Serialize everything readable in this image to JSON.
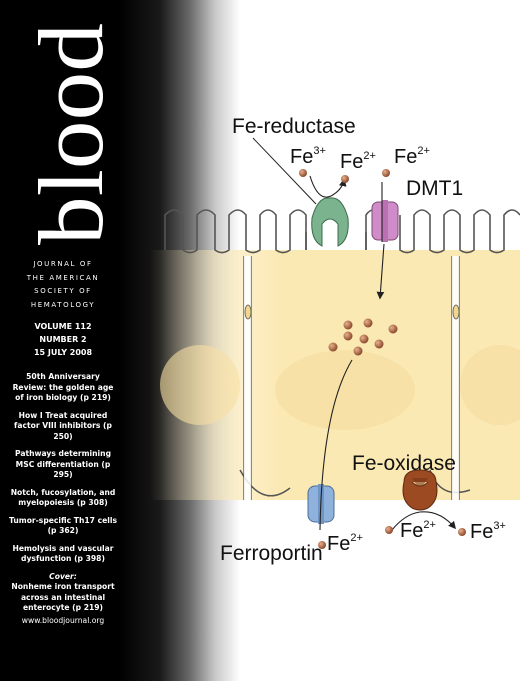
{
  "masthead": {
    "title": "blood"
  },
  "journal": {
    "line1": "JOURNAL OF",
    "line2": "THE AMERICAN",
    "line3": "SOCIETY OF",
    "line4": "HEMATOLOGY"
  },
  "issue": {
    "volume": "VOLUME 112",
    "number": "NUMBER 2",
    "date": "15 JULY 2008"
  },
  "toc": [
    {
      "text": "50th Anniversary Review: the golden age of iron biology (p 219)"
    },
    {
      "text": "How I Treat acquired factor VIII inhibitors (p 250)"
    },
    {
      "text": "Pathways determining MSC differentiation (p 295)"
    },
    {
      "text": "Notch, fucosylation, and myelopoiesis (p 308)"
    },
    {
      "text": "Tumor-specific Th17 cells (p 362)"
    },
    {
      "text": "Hemolysis and vascular dysfunction (p 398)"
    }
  ],
  "cover_caption": {
    "heading": "Cover:",
    "text": "Nonheme iron transport across an intestinal enterocyte (p 219)"
  },
  "website": "www.bloodjournal.org",
  "labels": {
    "fe_reductase": "Fe-reductase",
    "dmt1": "DMT1",
    "fe_oxidase": "Fe-oxidase",
    "ferroportin": "Ferroportin",
    "fe": "Fe",
    "charge3": "3+",
    "charge2": "2+"
  },
  "colors": {
    "cell_fill": "#fbe9b4",
    "membrane_stroke": "#555555",
    "nucleus": "#f6dfa3",
    "iron_particle": "#b5734d",
    "reductase": "#7ab38e",
    "dmt1": "#cf8cc8",
    "ferroportin": "#8fb2dd",
    "oxidase": "#9c4a22"
  }
}
